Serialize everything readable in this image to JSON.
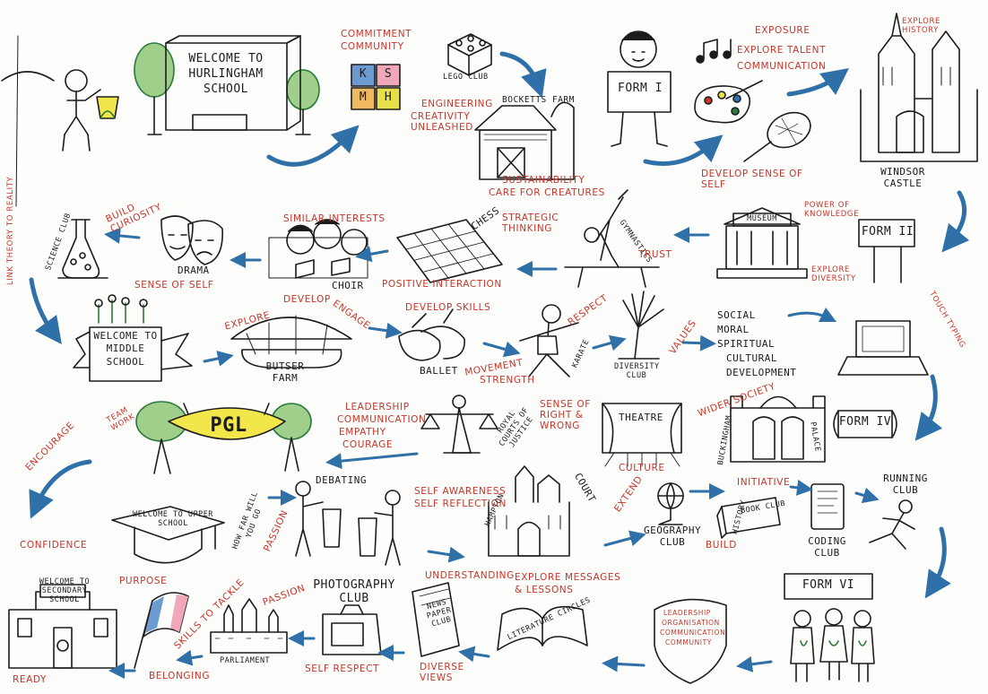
{
  "colors": {
    "accent_red": "#c8352a",
    "arrow_blue": "#2f70a8",
    "ink": "#1c1c1c",
    "pgl_yellow": "#f2e64a",
    "tree_green": "#7fb069",
    "form_block_colors": [
      "#6b9bd1",
      "#f0a8b8",
      "#f0b860",
      "#e8e04a"
    ]
  },
  "icons": [
    "girl-with-bag-icon",
    "school-building-icon",
    "lego-brick-icon",
    "barn-icon",
    "boy-with-sign-icon",
    "palette-icon",
    "tennis-racket-icon",
    "music-notes-icon",
    "castle-icon",
    "signpost-icon",
    "museum-icon",
    "gymnast-icon",
    "chessboard-icon",
    "choir-icon",
    "drama-masks-icon",
    "science-flask-icon",
    "middle-school-banner-icon",
    "hut-icon",
    "ballet-shoes-icon",
    "karate-icon",
    "tree-hand-icon",
    "laptop-icon",
    "theatre-icon",
    "palace-icon",
    "justice-statue-icon",
    "pgl-sign-icon",
    "graduation-cap-icon",
    "debaters-icon",
    "hampton-court-icon",
    "globe-icon",
    "book-icon",
    "tablet-icon",
    "runner-icon",
    "flag-icon",
    "parliament-icon",
    "camera-icon",
    "newspaper-icon",
    "open-book-icon",
    "shield-icon",
    "students-icon"
  ],
  "row1": {
    "welcome_sign": "WELCOME TO HURLINGHAM SCHOOL",
    "commitment": "COMMITMENT",
    "community": "COMMUNITY",
    "blocks": [
      "K",
      "S",
      "M",
      "H"
    ],
    "lego_club": "LEGO CLUB",
    "engineering": "ENGINEERING",
    "creativity_unleashed": "CREATIVITY UNLEASHED",
    "bocketts_farm": "BOCKETTS FARM",
    "sustainability": "SUSTAINABILITY",
    "care_for_creatures": "CARE FOR CREATURES",
    "form_one": "FORM I",
    "exposure": "EXPOSURE",
    "explore_talent": "EXPLORE TALENT",
    "communication": "COMMUNICATION",
    "develop_sense_of_self": "DEVELOP SENSE OF SELF",
    "explore_history": "EXPLORE HISTORY",
    "windsor_castle": "WINDSOR CASTLE"
  },
  "row2": {
    "link_theory": "LINK THEORY TO REALITY",
    "science_club": "SCIENCE CLUB",
    "build_curiosity": "BUILD CURIOSITY",
    "drama": "DRAMA",
    "sense_of_self": "SENSE OF SELF",
    "similar_interests": "SIMILAR INTERESTS",
    "choir": "CHOIR",
    "positive_interaction": "POSITIVE INTERACTION",
    "chess": "CHESS",
    "strategic_thinking": "STRATEGIC THINKING",
    "gymnastics": "GYMNASTICS",
    "trust": "TRUST",
    "museum": "MUSEUM",
    "power_of_knowledge": "POWER OF KNOWLEDGE",
    "form_two": "FORM II",
    "explore_diversity": "EXPLORE DIVERSITY"
  },
  "row3": {
    "welcome_middle": "WELCOME TO MIDDLE SCHOOL",
    "explore": "EXPLORE",
    "develop": "DEVELOP",
    "engage": "ENGAGE",
    "butser_farm": "BUTSER FARM",
    "develop_skills": "DEVELOP SKILLS",
    "ballet": "BALLET",
    "movement": "MOVEMENT",
    "strength": "STRENGTH",
    "respect": "RESPECT",
    "karate": "KARATE",
    "diversity_club": "DIVERSITY CLUB",
    "values": "VALUES",
    "smsc": [
      "SOCIAL",
      "MORAL",
      "SPIRITUAL",
      "CULTURAL",
      "DEVELOPMENT"
    ],
    "touch_typing": "TOUCH TYPING"
  },
  "row4": {
    "encourage": "ENCOURAGE",
    "team_work": "TEAM WORK",
    "pgl": "PGL",
    "leadership_lines": [
      "LEADERSHIP",
      "COMMUNICATION",
      "EMPATHY",
      "COURAGE"
    ],
    "royal_courts": "ROYAL COURTS OF JUSTICE",
    "sense_of_right": "SENSE OF RIGHT & WRONG",
    "theatre": "THEATRE",
    "culture": "CULTURE",
    "wider_society": "WIDER SOCIETY",
    "buckingham": "BUCKINGHAM",
    "palace": "PALACE",
    "form_four": "FORM IV"
  },
  "row5": {
    "confidence": "CONFIDENCE",
    "welcome_upper": "WELCOME TO UPPER SCHOOL",
    "how_far": "HOW FAR WILL YOU GO",
    "passion": "PASSION",
    "debating": "DEBATING",
    "self_awareness": "SELF AWARENESS",
    "self_reflection": "SELF REFLECTION",
    "hampton": "HAMPTON",
    "court": "COURT",
    "extend": "EXTEND",
    "geography_club": "GEOGRAPHY CLUB",
    "build": "BUILD",
    "initiative": "INITIATIVE",
    "book_club": "BOOK CLUB",
    "history": "HISTORY",
    "coding_club": "CODING CLUB",
    "running_club": "RUNNING CLUB"
  },
  "row6": {
    "welcome_secondary": "WELCOME TO SECONDARY SCHOOL",
    "ready": "READY",
    "purpose": "PURPOSE",
    "skills_to_tackle": "SKILLS TO TACKLE",
    "belonging": "BELONGING",
    "parliament": "PARLIAMENT",
    "passion": "PASSION",
    "photography_club": "PHOTOGRAPHY CLUB",
    "self_respect": "SELF RESPECT",
    "understanding": "UNDERSTANDING",
    "newspaper_club": "NEWS PAPER CLUB",
    "diverse_views": "DIVERSE VIEWS",
    "explore_messages": "EXPLORE MESSAGES",
    "lessons": "& LESSONS",
    "literature_circles": "LITERATURE CIRCLES",
    "shield_lines": [
      "LEADERSHIP",
      "ORGANISATION",
      "COMMUNICATION",
      "COMMUNITY"
    ],
    "form_six": "FORM VI"
  }
}
